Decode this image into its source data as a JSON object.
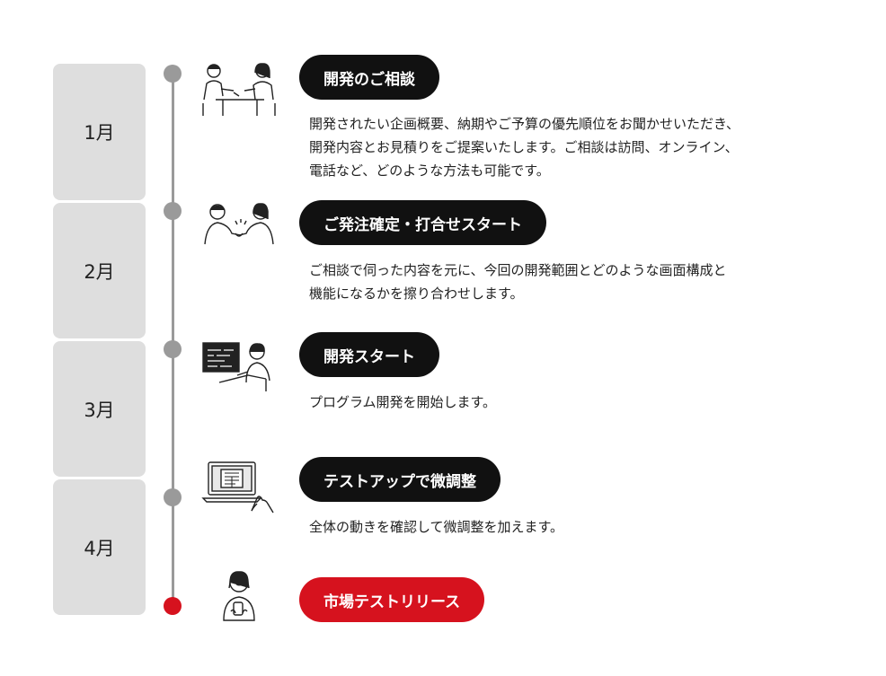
{
  "months": [
    "1月",
    "2月",
    "3月",
    "4月"
  ],
  "steps": [
    {
      "title": "開発のご相談",
      "icon": "consultation-icon",
      "lines": [
        "開発されたい企画概要、納期やご予算の優先順位をお聞かせいただき、",
        "開発内容とお見積りをご提案いたします。ご相談は訪問、オンライン、",
        "電話など、どのような方法も可能です。"
      ]
    },
    {
      "title": "ご発注確定・打合せスタート",
      "icon": "handshake-icon",
      "lines": [
        "ご相談で伺った内容を元に、今回の開発範囲とどのような画面構成と",
        "機能になるかを擦り合わせします。"
      ]
    },
    {
      "title": "開発スタート",
      "icon": "programmer-icon",
      "lines": [
        "プログラム開発を開始します。"
      ]
    },
    {
      "title": "テストアップで微調整",
      "icon": "laptop-touch-icon",
      "lines": [
        "全体の動きを確認して微調整を加えます。"
      ]
    },
    {
      "title": "市場テストリリース",
      "icon": "smartphone-user-icon",
      "lines": []
    }
  ],
  "colors": {
    "dark": "#111111",
    "accent": "#d6121e",
    "line": "#9a9a9a",
    "month_bg": "#dedede"
  }
}
